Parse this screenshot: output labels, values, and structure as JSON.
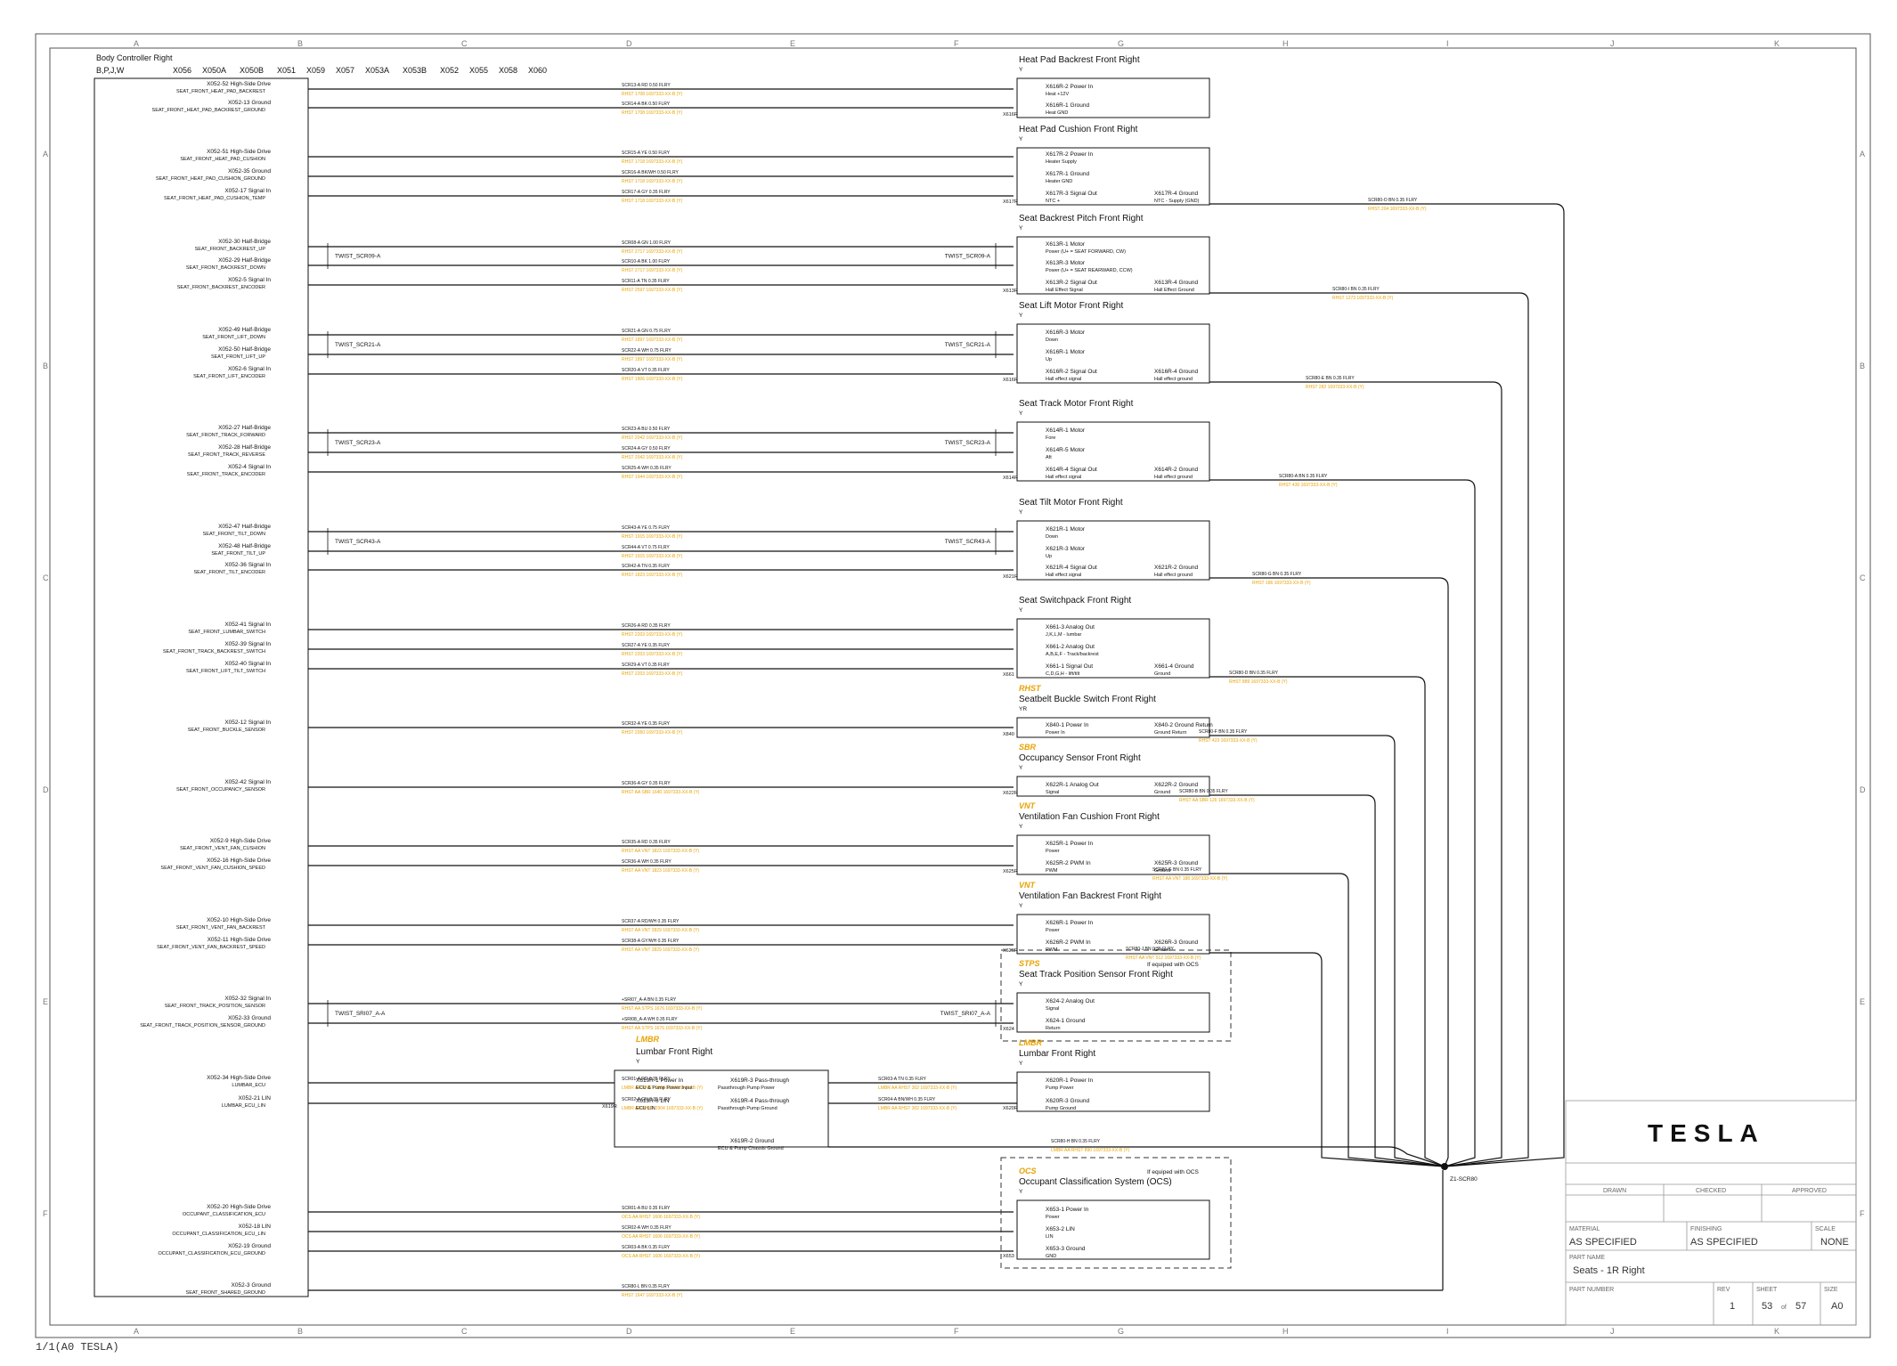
{
  "controller": {
    "title": "Body Controller Right",
    "variant": "B,P,J,W",
    "connectors": [
      "X056",
      "X050A",
      "X050B",
      "X051",
      "X059",
      "X057",
      "X053A",
      "X053B",
      "X052",
      "X055",
      "X058",
      "X060"
    ]
  },
  "grid": {
    "cols": [
      "A",
      "B",
      "C",
      "D",
      "E",
      "F",
      "G",
      "H",
      "I",
      "J",
      "K"
    ],
    "rows": [
      "A",
      "B",
      "C",
      "D",
      "E",
      "F"
    ]
  },
  "pins": [
    {
      "pin": "X052-52 High-Side Drive",
      "sig": "SEAT_FRONT_HEAT_PAD_BACKREST",
      "circuit": "SCR13-A  RD  0.50  FLRY",
      "part": "RHST  1708  1697333-XX-B (Y)"
    },
    {
      "pin": "X052-13 Ground",
      "sig": "SEAT_FRONT_HEAT_PAD_BACKREST_GROUND",
      "circuit": "SCR14-A  BK  0.50  FLRY",
      "part": "RHST  1708  1697333-XX-B (Y)"
    },
    {
      "pin": "X052-51 High-Side Drive",
      "sig": "SEAT_FRONT_HEAT_PAD_CUSHION",
      "circuit": "SCR15-A  YE  0.50  FLRY",
      "part": "RHST  1718  1697333-XX-B (Y)"
    },
    {
      "pin": "X052-35 Ground",
      "sig": "SEAT_FRONT_HEAT_PAD_CUSHION_GROUND",
      "circuit": "SCR16-A  BK/WH  0.50  FLRY",
      "part": "RHST  1718  1697333-XX-B (Y)"
    },
    {
      "pin": "X052-17 Signal In",
      "sig": "SEAT_FRONT_HEAT_PAD_CUSHION_TEMP",
      "circuit": "SCR17-A  GY  0.35  FLRY",
      "part": "RHST  1718  1697333-XX-B (Y)"
    },
    {
      "pin": "X052-30 Half-Bridge",
      "sig": "SEAT_FRONT_BACKREST_UP",
      "circuit": "SCR08-A  GN  1.00  FLRY",
      "part": "RHST  2717  1697333-XX-B (Y)"
    },
    {
      "pin": "X052-29 Half-Bridge",
      "sig": "SEAT_FRONT_BACKREST_DOWN",
      "circuit": "SCR10-A  BK  1.00  FLRY",
      "part": "RHST  2717  1697333-XX-B (Y)"
    },
    {
      "pin": "X052-5 Signal In",
      "sig": "SEAT_FRONT_BACKREST_ENCODER",
      "circuit": "SCR11-A  TN  0.35  FLRY",
      "part": "RHST  2597  1697333-XX-B (Y)"
    },
    {
      "pin": "X052-49 Half-Bridge",
      "sig": "SEAT_FRONT_LIFT_DOWN",
      "circuit": "SCR21-A  GN  0.75  FLRY",
      "part": "RHST  1897  1697333-XX-B (Y)"
    },
    {
      "pin": "X052-50 Half-Bridge",
      "sig": "SEAT_FRONT_LIFT_UP",
      "circuit": "SCR22-A  WH  0.75  FLRY",
      "part": "RHST  1897  1697333-XX-B (Y)"
    },
    {
      "pin": "X052-6 Signal In",
      "sig": "SEAT_FRONT_LIFT_ENCODER",
      "circuit": "SCR20-A  VT  0.35  FLRY",
      "part": "RHST  1806  1697333-XX-B (Y)"
    },
    {
      "pin": "X052-27 Half-Bridge",
      "sig": "SEAT_FRONT_TRACK_FORWARD",
      "circuit": "SCR23-A  BU  0.50  FLRY",
      "part": "RHST  2042  1697333-XX-B (Y)"
    },
    {
      "pin": "X052-28 Half-Bridge",
      "sig": "SEAT_FRONT_TRACK_REVERSE",
      "circuit": "SCR24-A  GY  0.50  FLRY",
      "part": "RHST  2042  1697333-XX-B (Y)"
    },
    {
      "pin": "X052-4 Signal In",
      "sig": "SEAT_FRONT_TRACK_ENCODER",
      "circuit": "SCR25-A  WH  0.35  FLRY",
      "part": "RHST  1944  1697333-XX-B (Y)"
    },
    {
      "pin": "X052-47 Half-Bridge",
      "sig": "SEAT_FRONT_TILT_DOWN",
      "circuit": "SCR43-A  YE  0.75  FLRY",
      "part": "RHST  1915  1697333-XX-B (Y)"
    },
    {
      "pin": "X052-48 Half-Bridge",
      "sig": "SEAT_FRONT_TILT_UP",
      "circuit": "SCR44-A  VT  0.75  FLRY",
      "part": "RHST  1915  1697333-XX-B (Y)"
    },
    {
      "pin": "X052-36 Signal In",
      "sig": "SEAT_FRONT_TILT_ENCODER",
      "circuit": "SCR42-A  TN  0.35  FLRY",
      "part": "RHST  1823  1697333-XX-B (Y)"
    },
    {
      "pin": "X052-41 Signal In",
      "sig": "SEAT_FRONT_LUMBAR_SWITCH",
      "circuit": "SCR26-A  RD  0.35  FLRY",
      "part": "RHST  2203  1697333-XX-B (Y)"
    },
    {
      "pin": "X052-39 Signal In",
      "sig": "SEAT_FRONT_TRACK_BACKREST_SWITCH",
      "circuit": "SCR27-A  YE  0.35  FLRY",
      "part": "RHST  2203  1697333-XX-B (Y)"
    },
    {
      "pin": "X052-40 Signal In",
      "sig": "SEAT_FRONT_LIFT_TILT_SWITCH",
      "circuit": "SCR29-A  VT  0.35  FLRY",
      "part": "RHST  2203  1697333-XX-B (Y)"
    },
    {
      "pin": "X052-12 Signal In",
      "sig": "SEAT_FRONT_BUCKLE_SENSOR",
      "circuit": "SCR32-A  YE  0.35  FLRY",
      "part": "RHST  2050  1697333-XX-B (Y)"
    },
    {
      "pin": "X052-42 Signal In",
      "sig": "SEAT_FRONT_OCCUPANCY_SENSOR",
      "circuit": "SCR36-A  GY  0.35  FLRY",
      "part": "RHST AA SBR  1640  1697333-XX-B (Y)"
    },
    {
      "pin": "X052-9 High-Side Drive",
      "sig": "SEAT_FRONT_VENT_FAN_CUSHION",
      "circuit": "SCR35-A  RD  0.35  FLRY",
      "part": "RHST AA VNT  1823  1697333-XX-B (Y)"
    },
    {
      "pin": "X052-16 High-Side Drive",
      "sig": "SEAT_FRONT_VENT_FAN_CUSHION_SPEED",
      "circuit": "SCR36-A  WH  0.35  FLRY",
      "part": "RHST AA VNT  1823  1697333-XX-B (Y)"
    },
    {
      "pin": "X052-10 High-Side Drive",
      "sig": "SEAT_FRONT_VENT_FAN_BACKREST",
      "circuit": "SCR37-A  RD/WH  0.35  FLRY",
      "part": "RHST AA VNT  2829  1697333-XX-B (Y)"
    },
    {
      "pin": "X052-11 High-Side Drive",
      "sig": "SEAT_FRONT_VENT_FAN_BACKREST_SPEED",
      "circuit": "SCR38-A  GY/WH  0.35  FLRY",
      "part": "RHST AA VNT  2829  1697333-XX-B (Y)"
    },
    {
      "pin": "X052-32 Signal In",
      "sig": "SEAT_FRONT_TRACK_POSITION_SENSOR",
      "circuit": "+SRI07_A-A  BN  0.35  FLRY",
      "part": "RHST AA STPS  1676  1697333-XX-B (Y)"
    },
    {
      "pin": "X052-33 Ground",
      "sig": "SEAT_FRONT_TRACK_POSITION_SENSOR_GROUND",
      "circuit": "+SRI08_A-A  WH  0.35  FLRY",
      "part": "RHST AA STPS  1676  1697333-XX-B (Y)"
    },
    {
      "pin": "X052-34 High-Side Drive",
      "sig": "LUMBAR_ECU",
      "circuit": "SCR01-A  RD  0.35  FLRY",
      "part": "LMBR AA RHST  2904  1697333-XX-B (Y)"
    },
    {
      "pin": "X052-21 LIN",
      "sig": "LUMBAR_ECU_LIN",
      "circuit": "SCR02-A  GN  0.35  FLRY",
      "part": "LMBR AA RHST  2904  1697333-XX-B (Y)"
    },
    {
      "pin": "X052-20 High-Side Drive",
      "sig": "OCCUPANT_CLASSIFICATION_ECU",
      "circuit": "SCR01-A  BU  0.35  FLRY",
      "part": "OCS AA RHST  1606  1697333-XX-B (Y)"
    },
    {
      "pin": "X052-18 LIN",
      "sig": "OCCUPANT_CLASSIFICATION_ECU_LIN",
      "circuit": "SCR02-A  WH  0.35  FLRY",
      "part": "OCS AA RHST  1606  1697333-XX-B (Y)"
    },
    {
      "pin": "X052-19 Ground",
      "sig": "OCCUPANT_CLASSIFICATION_ECU_GROUND",
      "circuit": "SCR03-A  BK  0.35  FLRY",
      "part": "OCS AA RHST  1606  1697333-XX-B (Y)"
    },
    {
      "pin": "X052-3 Ground",
      "sig": "SEAT_FRONT_SHARED_GROUND",
      "circuit": "SCR80-L  BN  0.35  FLRY",
      "part": "RHST  1647  1697333-XX-B (Y)"
    }
  ],
  "twists": [
    {
      "left": "TWIST_SCR09-A",
      "right": "TWIST_SCR09-A"
    },
    {
      "left": "TWIST_SCR21-A",
      "right": "TWIST_SCR21-A"
    },
    {
      "left": "TWIST_SCR23-A",
      "right": "TWIST_SCR23-A"
    },
    {
      "left": "TWIST_SCR43-A",
      "right": "TWIST_SCR43-A"
    },
    {
      "left": "TWIST_SRI07_A-A",
      "right": "TWIST_SRI07_A-A"
    }
  ],
  "components": [
    {
      "title": "Heat Pad Backrest Front Right",
      "code": "Y",
      "pins": [
        "X616R-2 Power In",
        "Heat +12V",
        "X616R-1 Ground",
        "Heat GND"
      ],
      "conn": "X616R"
    },
    {
      "title": "Heat Pad Cushion Front Right",
      "code": "Y",
      "pins": [
        "X617R-2 Power In",
        "Heater Supply",
        "X617R-1 Ground",
        "Heater GND",
        "X617R-3 Signal Out",
        "NTC +"
      ],
      "right": [
        "X617R-4 Ground",
        "NTC - Supply (GND)"
      ],
      "conn": "X617R",
      "gnd": "SCR80-O  BN  0.35  FLRY",
      "gndpart": "RHST  204  1697333-XX-B (Y)"
    },
    {
      "title": "Seat Backrest Pitch Front Right",
      "code": "Y",
      "pins": [
        "X613R-1 Motor",
        "Power (U+ = SEAT FORWARD, CW)",
        "X613R-3 Motor",
        "Power (U+ = SEAT REARWARD, CCW)",
        "X613R-2 Signal Out",
        "Hall Effect Signal"
      ],
      "right": [
        "X613R-4 Ground",
        "Hall Effect Ground"
      ],
      "conn": "X613R",
      "gnd": "SCR80-I  BN  0.35  FLRY",
      "gndpart": "RHST  1273  1697333-XX-B (Y)"
    },
    {
      "title": "Seat Lift Motor Front Right",
      "code": "Y",
      "pins": [
        "X616R-3 Motor",
        "Down",
        "X616R-1 Motor",
        "Up",
        "X616R-2 Signal Out",
        "Hall effect signal"
      ],
      "right": [
        "X616R-4 Ground",
        "Hall effect ground"
      ],
      "conn": "X616R",
      "gnd": "SCR80-E  BN  0.35  FLRY",
      "gndpart": "RHST  282  1697333-XX-B (Y)"
    },
    {
      "title": "Seat Track Motor Front Right",
      "code": "Y",
      "pins": [
        "X614R-1 Motor",
        "Fore",
        "X614R-5 Motor",
        "Aft",
        "X614R-4 Signal Out",
        "Hall effect signal"
      ],
      "right": [
        "X614R-2 Ground",
        "Hall effect ground"
      ],
      "conn": "X614R",
      "gnd": "SCR80-A  BN  0.35  FLRY",
      "gndpart": "RHST  430  1697333-XX-B (Y)"
    },
    {
      "title": "Seat Tilt Motor Front Right",
      "code": "Y",
      "pins": [
        "X621R-1 Motor",
        "Down",
        "X621R-3 Motor",
        "Up",
        "X621R-4 Signal Out",
        "Hall effect signal"
      ],
      "right": [
        "X621R-2 Ground",
        "Hall effect ground"
      ],
      "conn": "X621R",
      "gnd": "SCR80-G  BN  0.35  FLRY",
      "gndpart": "RHST  186  1697333-XX-B (Y)"
    },
    {
      "title": "Seat Switchpack Front Right",
      "code": "Y",
      "pins": [
        "X661-3 Analog Out",
        "J,K,L,M - lumbar",
        "X661-2 Analog Out",
        "A,B,E,F - Track/backrest",
        "X661-1 Signal Out",
        "C,D,G,H - lift/tilt"
      ],
      "right": [
        "X661-4 Ground",
        "Ground"
      ],
      "conn": "X661",
      "gnd": "SCR80-D  BN  0.35  FLRY",
      "gndpart": "RHST  889  1697333-XX-B (Y)"
    },
    {
      "cat": "RHST",
      "title": "Seatbelt Buckle Switch Front Right",
      "code": "YR",
      "pins": [
        "X840-1 Power In",
        "Power In"
      ],
      "right": [
        "X840-2 Ground Return",
        "Ground Return"
      ],
      "conn": "X840",
      "gnd": "SCR80-F  BN  0.35  FLRY",
      "gndpart": "RHST  423  1697333-XX-B (Y)"
    },
    {
      "cat": "SBR",
      "title": "Occupancy Sensor Front Right",
      "code": "Y",
      "pins": [
        "X622R-1 Analog Out",
        "Signal"
      ],
      "right": [
        "X622R-2 Ground",
        "Ground"
      ],
      "conn": "X622R",
      "gnd": "SCR80-B  BN  0.35  FLRY",
      "gndpart": "RHST AA SBR  126  1697333-XX-B (Y)"
    },
    {
      "cat": "VNT",
      "title": "Ventilation Fan Cushion Front Right",
      "code": "Y",
      "pins": [
        "X625R-1 Power In",
        "Power",
        "X625R-2 PWM In",
        "PWM"
      ],
      "right": [
        "X625R-3 Ground",
        "Ground"
      ],
      "conn": "X625R",
      "gnd": "SCR80-G  BN  0.35  FLRY",
      "gndpart": "RHST AA VNT  188  1697333-XX-B (Y)"
    },
    {
      "cat": "VNT",
      "title": "Ventilation Fan Backrest Front Right",
      "code": "Y",
      "pins": [
        "X626R-1 Power In",
        "Power",
        "X626R-2 PWM In",
        "PWM"
      ],
      "right": [
        "X626R-3 Ground",
        "Ground"
      ],
      "conn": "X626R",
      "gnd": "SCR80-J  BN  0.35  FLRY",
      "gndpart": "RHST AA VNT  512  1697333-XX-B (Y)"
    },
    {
      "cat": "STPS",
      "title": "Seat Track Position Sensor Front Right",
      "code": "Y",
      "opt": "If equiped with OCS",
      "pins": [
        "X624-2 Analog Out",
        "Signal",
        "X624-1 Ground",
        "Return"
      ],
      "conn": "X624"
    },
    {
      "cat": "LMBR",
      "title": "Lumbar Front Right",
      "code": "Y",
      "pins": [
        "X620R-1 Power In",
        "Pump Power",
        "X620R-3 Ground",
        "Pump Ground"
      ],
      "conn": "X620R"
    },
    {
      "cat": "OCS",
      "title": "Occupant Classification System (OCS)",
      "code": "Y",
      "opt": "If equiped with OCS",
      "pins": [
        "X653-1 Power In",
        "Power",
        "X653-2 LIN",
        "LIN",
        "X653-3 Ground",
        "GND"
      ],
      "conn": "X653"
    }
  ],
  "lumbar_ecu": {
    "cat": "LMBR",
    "title": "Lumbar Front Right",
    "code": "Y",
    "left": [
      "X619R-1 Power In",
      "ECU & Pump Power Input",
      "X619R-6 LIN",
      "ECU LIN"
    ],
    "right": [
      "X619R-3 Pass-through",
      "Passthrough Pump Power",
      "X619R-4 Pass-through",
      "Passthrough Pump Ground",
      "X619R-2 Ground",
      "ECU & Pump Chassis Ground"
    ],
    "conn": "X619R",
    "out1": "SCR03-A  TN  0.35  FLRY",
    "out1part": "LMBR AA RHST  302  1697333-XX-B (Y)",
    "out2": "SCR04-A  BN/WH  0.35  FLRY",
    "out2part": "LMBR AA RHST  302  1697333-XX-B (Y)",
    "gnd": "SCR80-H  BN  0.35  FLRY",
    "gndpart": "LMBR AA RHST  890  1697333-XX-B (Y)"
  },
  "splice": "Z1-SCR80",
  "title_block": {
    "logo": "TESLA",
    "drawn": "DRAWN",
    "checked": "CHECKED",
    "approved": "APPROVED",
    "material_label": "MATERIAL",
    "material": "AS SPECIFIED",
    "finishing_label": "FINISHING",
    "finishing": "AS SPECIFIED",
    "scale_label": "SCALE",
    "scale": "NONE",
    "part_name_label": "PART NAME",
    "part_name": "Seats - 1R Right",
    "part_number_label": "PART NUMBER",
    "rev_label": "REV",
    "rev": "1",
    "sheet_label": "SHEET",
    "sheet": "53",
    "sheet_of": "of",
    "sheet_total": "57",
    "size_label": "SIZE",
    "size": "A0"
  },
  "footer": "1/1(A0 TESLA)"
}
